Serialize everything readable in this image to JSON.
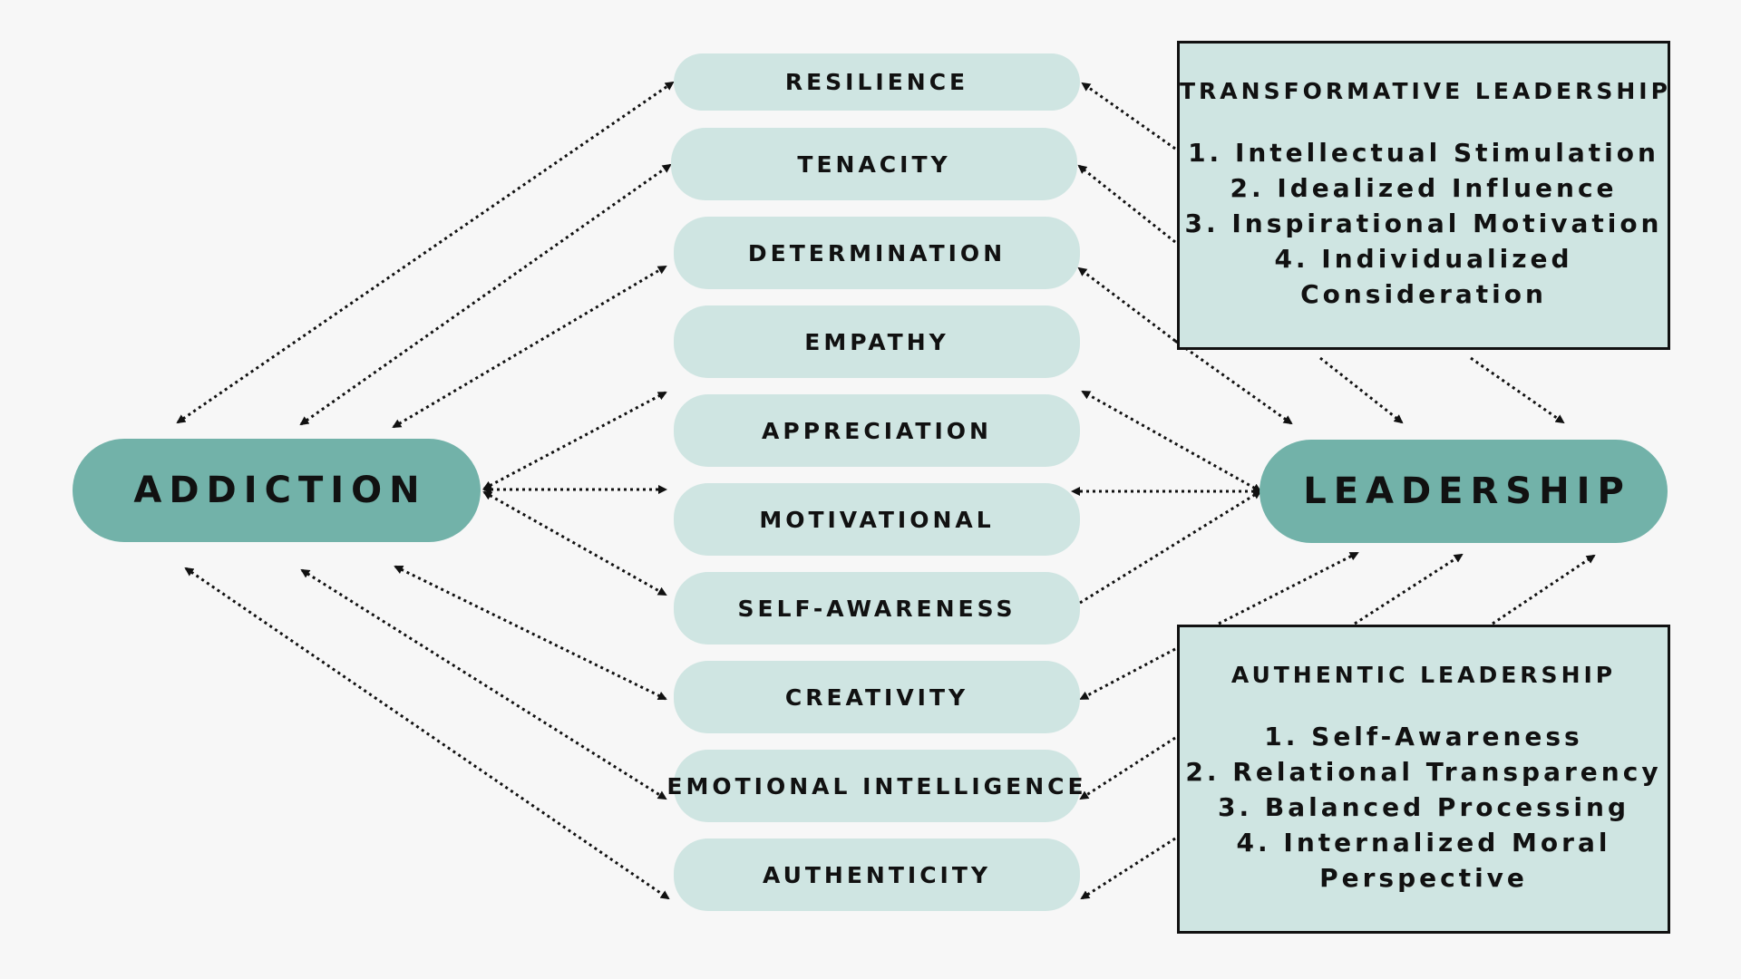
{
  "nodes": {
    "addiction": "ADDICTION",
    "leadership": "LEADERSHIP"
  },
  "traits": [
    "RESILIENCE",
    "TENACITY",
    "DETERMINATION",
    "EMPATHY",
    "APPRECIATION",
    "MOTIVATIONAL",
    "SELF-AWARENESS",
    "CREATIVITY",
    "EMOTIONAL INTELLIGENCE",
    "AUTHENTICITY"
  ],
  "transformative": {
    "title": "TRANSFORMATIVE LEADERSHIP",
    "items": [
      "1. Intellectual Stimulation",
      "2. Idealized Influence",
      "3. Inspirational Motivation",
      "4. Individualized",
      "Consideration"
    ]
  },
  "authentic": {
    "title": "AUTHENTIC LEADERSHIP",
    "items": [
      "1. Self-Awareness",
      "2. Relational Transparency",
      "3. Balanced Processing",
      "4. Internalized Moral",
      "Perspective"
    ]
  },
  "colors": {
    "background": "#f7f7f7",
    "main_node": "#72b2a9",
    "trait_pill": "#cfe5e2",
    "text": "#111111",
    "arrow": "#111111"
  }
}
